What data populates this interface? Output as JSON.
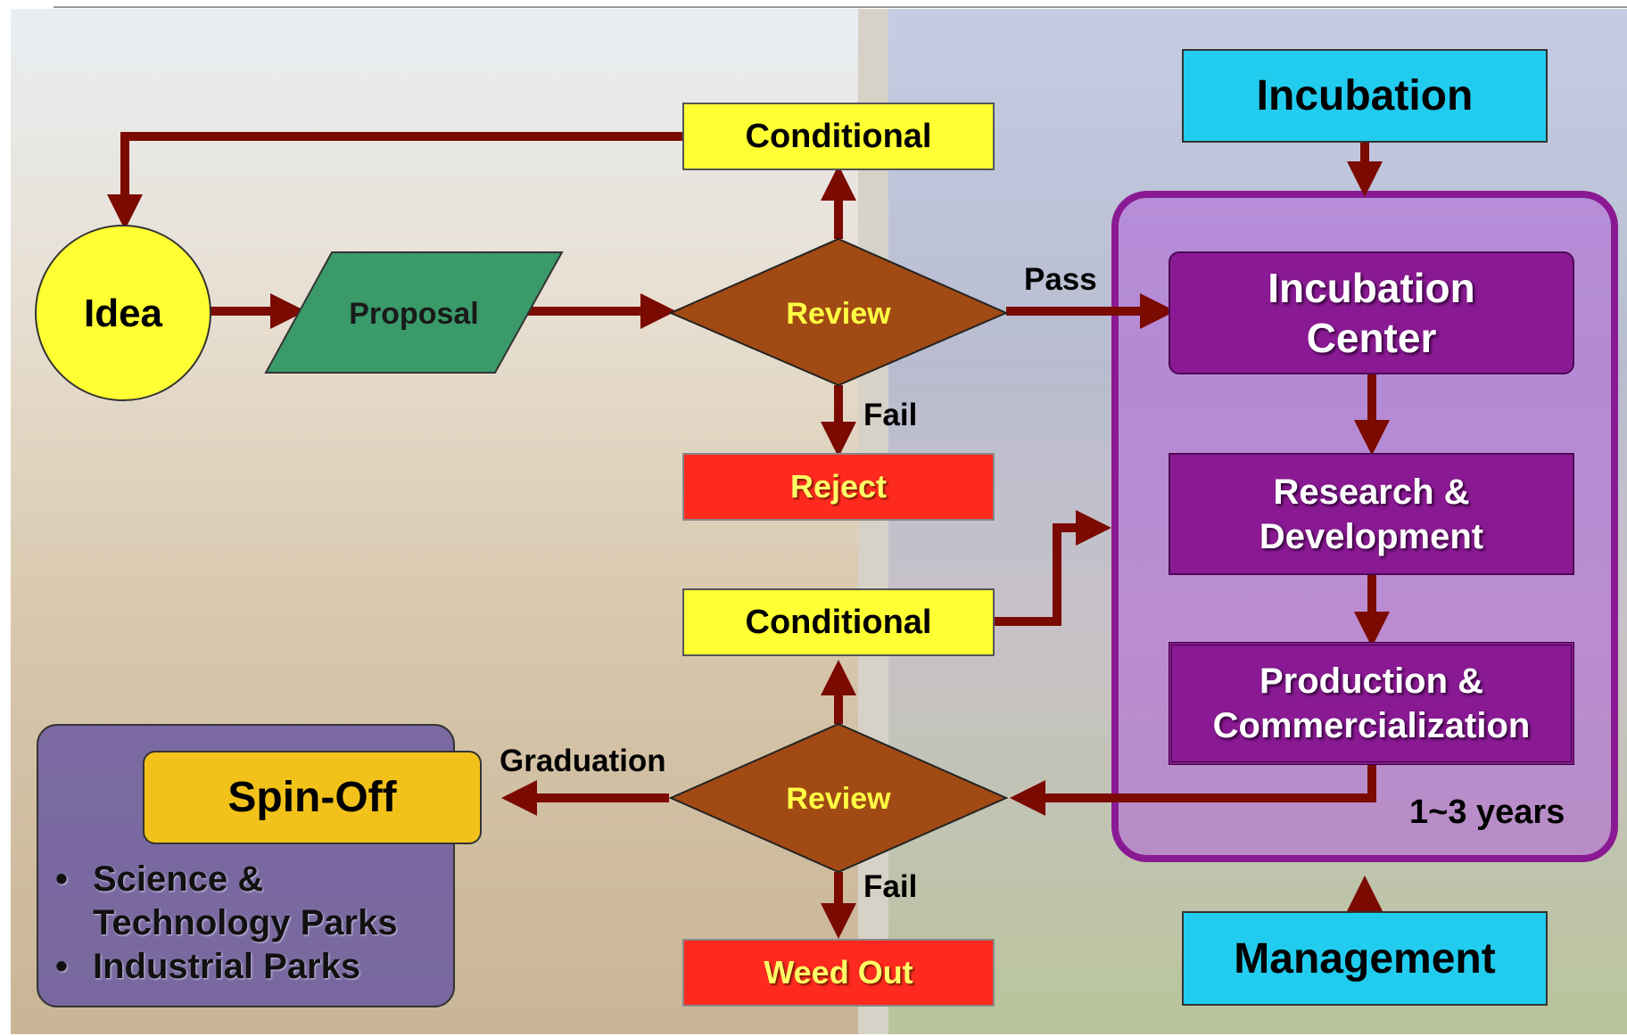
{
  "nodes": {
    "idea": "Idea",
    "proposal": "Proposal",
    "review_top": "Review",
    "review_bottom": "Review",
    "conditional_top": "Conditional",
    "conditional_mid": "Conditional",
    "reject": "Reject",
    "weed_out": "Weed Out",
    "incubation": "Incubation",
    "management": "Management",
    "incubation_center_line1": "Incubation",
    "incubation_center_line2": "Center",
    "rnd_line1": "Research &",
    "rnd_line2": "Development",
    "production_line1": "Production &",
    "production_line2": "Commercialization",
    "spin_off": "Spin-Off"
  },
  "edge_labels": {
    "pass": "Pass",
    "fail_top": "Fail",
    "fail_bottom": "Fail",
    "graduation": "Graduation"
  },
  "duration": "1~3 years",
  "spin_off_destinations": [
    {
      "line1": "Science &",
      "line2": "Technology Parks"
    },
    {
      "line1": "Industrial Parks",
      "line2": ""
    }
  ],
  "colors": {
    "arrow": "#7b0a00",
    "idea": "#ffff33",
    "proposal": "#3a9a6a",
    "review": "#a24a14",
    "conditional": "#ffff33",
    "reject": "#ff2a1f",
    "incubation": "#22ccee",
    "purple_node": "#8a1a93",
    "purple_region": "#b060d8",
    "spin_off": "#f2c21a",
    "spin_off_panel": "#6a5aa0"
  }
}
